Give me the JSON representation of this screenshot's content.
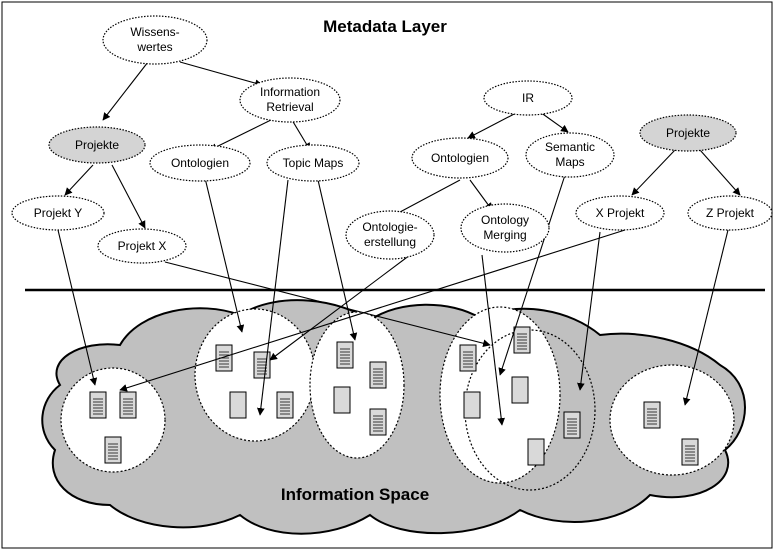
{
  "diagram": {
    "metadata_title": "Metadata Layer",
    "information_title": "Information Space",
    "nodes": {
      "wissenswertes": [
        "Wissens-",
        "wertes"
      ],
      "information_retrieval": [
        "Information",
        "Retrieval"
      ],
      "ir": [
        "IR"
      ],
      "projekte_left": [
        "Projekte"
      ],
      "ontologien_left": [
        "Ontologien"
      ],
      "topic_maps": [
        "Topic Maps"
      ],
      "ontologien_right": [
        "Ontologien"
      ],
      "semantic_maps": [
        "Semantic",
        "Maps"
      ],
      "projekte_right": [
        "Projekte"
      ],
      "projekt_y": [
        "Projekt Y"
      ],
      "projekt_x": [
        "Projekt X"
      ],
      "ontologie_erstellung": [
        "Ontologie-",
        "erstellung"
      ],
      "ontology_merging": [
        "Ontology",
        "Merging"
      ],
      "x_projekt": [
        "X Projekt"
      ],
      "z_projekt": [
        "Z Projekt"
      ]
    },
    "colors": {
      "background": "#ffffff",
      "node_fill": "#ffffff",
      "node_fill_grey": "#d4d4d4",
      "cloud_fill": "#c0c0c0",
      "document_fill": "#d9d9d9",
      "stroke": "#000000"
    }
  }
}
